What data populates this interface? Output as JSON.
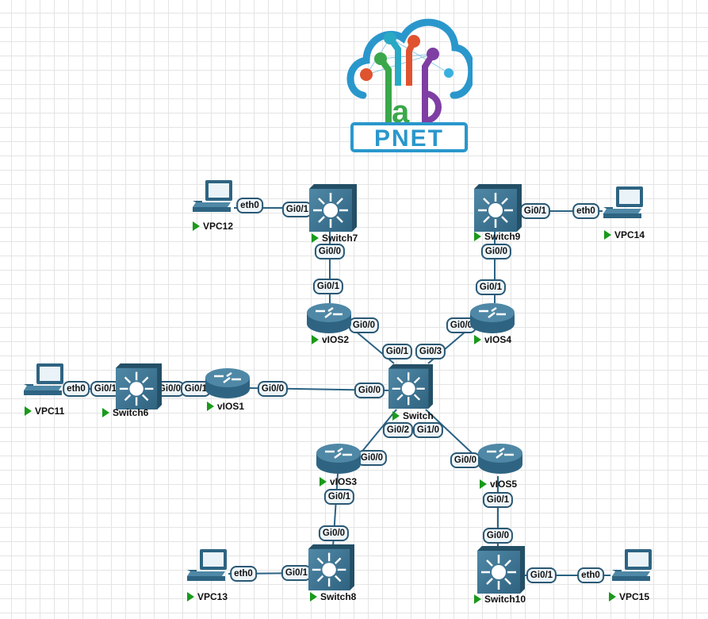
{
  "logo": {
    "text": "lab",
    "brand": "PNET"
  },
  "colors": {
    "device": "#3d7594",
    "link": "#2a6283",
    "status_running": "#1a9a1a"
  },
  "nodes": [
    {
      "id": "vpc12",
      "name": "VPC12",
      "type": "pc"
    },
    {
      "id": "sw7",
      "name": "Switch7",
      "type": "switch"
    },
    {
      "id": "sw9",
      "name": "Switch9",
      "type": "switch"
    },
    {
      "id": "vpc14",
      "name": "VPC14",
      "type": "pc"
    },
    {
      "id": "vios2",
      "name": "vIOS2",
      "type": "router"
    },
    {
      "id": "vios4",
      "name": "vIOS4",
      "type": "router"
    },
    {
      "id": "sw",
      "name": "Switch",
      "type": "switch"
    },
    {
      "id": "vpc11",
      "name": "VPC11",
      "type": "pc"
    },
    {
      "id": "sw6",
      "name": "Switch6",
      "type": "switch"
    },
    {
      "id": "vios1",
      "name": "vIOS1",
      "type": "router"
    },
    {
      "id": "vios3",
      "name": "vIOS3",
      "type": "router"
    },
    {
      "id": "vios5",
      "name": "vIOS5",
      "type": "router"
    },
    {
      "id": "sw8",
      "name": "Switch8",
      "type": "switch"
    },
    {
      "id": "sw10",
      "name": "Switch10",
      "type": "switch"
    },
    {
      "id": "vpc13",
      "name": "VPC13",
      "type": "pc"
    },
    {
      "id": "vpc15",
      "name": "VPC15",
      "type": "pc"
    }
  ],
  "links": [
    {
      "a": "vpc12",
      "a_port": "eth0",
      "b": "sw7",
      "b_port": "Gi0/1"
    },
    {
      "a": "sw7",
      "a_port": "Gi0/0",
      "b": "vios2",
      "b_port": "Gi0/1"
    },
    {
      "a": "sw9",
      "a_port": "Gi0/1",
      "b": "vpc14",
      "b_port": "eth0"
    },
    {
      "a": "sw9",
      "a_port": "Gi0/0",
      "b": "vios4",
      "b_port": "Gi0/1"
    },
    {
      "a": "vios2",
      "a_port": "Gi0/0",
      "b": "sw",
      "b_port": "Gi0/1"
    },
    {
      "a": "vios4",
      "a_port": "Gi0/0",
      "b": "sw",
      "b_port": "Gi0/3"
    },
    {
      "a": "vpc11",
      "a_port": "eth0",
      "b": "sw6",
      "b_port": "Gi0/1"
    },
    {
      "a": "sw6",
      "a_port": "Gi0/0",
      "b": "vios1",
      "b_port": "Gi0/1"
    },
    {
      "a": "vios1",
      "a_port": "Gi0/0",
      "b": "sw",
      "b_port": "Gi0/0"
    },
    {
      "a": "sw",
      "a_port": "Gi0/2",
      "b": "vios3",
      "b_port": "Gi0/0"
    },
    {
      "a": "sw",
      "a_port": "Gi1/0",
      "b": "vios5",
      "b_port": "Gi0/0"
    },
    {
      "a": "vios3",
      "a_port": "Gi0/1",
      "b": "sw8",
      "b_port": "Gi0/0"
    },
    {
      "a": "vios5",
      "a_port": "Gi0/1",
      "b": "sw10",
      "b_port": "Gi0/0"
    },
    {
      "a": "vpc13",
      "a_port": "eth0",
      "b": "sw8",
      "b_port": "Gi0/1"
    },
    {
      "a": "sw10",
      "a_port": "Gi0/1",
      "b": "vpc15",
      "b_port": "eth0"
    }
  ]
}
